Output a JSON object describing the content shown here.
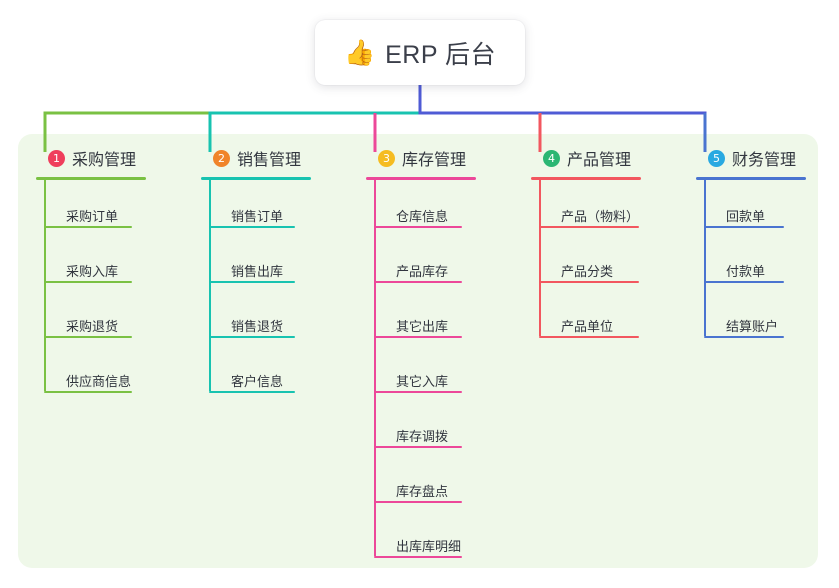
{
  "root": {
    "emoji": "👍",
    "emoji_name": "thumbs-up-icon",
    "title": "ERP 后台"
  },
  "palette": {
    "panel_bg": "#eff8e9",
    "canvas_bg": "#ffffff",
    "text": "#32363f",
    "root_stem": "#4f5bd5"
  },
  "branches": [
    {
      "index": "1",
      "label": "采购管理",
      "badge_color": "#ef3e5c",
      "line_color": "#7ac143",
      "stem_color": "#7ac143",
      "bar_color": "#7ac143",
      "items": [
        {
          "label": "采购订单"
        },
        {
          "label": "采购入库"
        },
        {
          "label": "采购退货"
        },
        {
          "label": "供应商信息"
        }
      ]
    },
    {
      "index": "2",
      "label": "销售管理",
      "badge_color": "#f0842a",
      "line_color": "#18c3b0",
      "stem_color": "#18c3b0",
      "bar_color": "#18c3b0",
      "items": [
        {
          "label": "销售订单"
        },
        {
          "label": "销售出库"
        },
        {
          "label": "销售退货"
        },
        {
          "label": "客户信息"
        }
      ]
    },
    {
      "index": "3",
      "label": "库存管理",
      "badge_color": "#f5bc21",
      "line_color": "#ec4899",
      "stem_color": "#ec4899",
      "bar_color": "#4f5bd5",
      "items": [
        {
          "label": "仓库信息"
        },
        {
          "label": "产品库存"
        },
        {
          "label": "其它出库"
        },
        {
          "label": "其它入库"
        },
        {
          "label": "库存调拨"
        },
        {
          "label": "库存盘点"
        },
        {
          "label": "出库库明细"
        }
      ]
    },
    {
      "index": "4",
      "label": "产品管理",
      "badge_color": "#2bb673",
      "line_color": "#f2575f",
      "stem_color": "#f2575f",
      "bar_color": "#4f5bd5",
      "items": [
        {
          "label": "产品（物料）"
        },
        {
          "label": "产品分类"
        },
        {
          "label": "产品单位"
        }
      ]
    },
    {
      "index": "5",
      "label": "财务管理",
      "badge_color": "#29a9e1",
      "line_color": "#4a74d0",
      "stem_color": "#4a74d0",
      "bar_color": "#4f5bd5",
      "items": [
        {
          "label": "回款单"
        },
        {
          "label": "付款单"
        },
        {
          "label": "结算账户"
        }
      ]
    }
  ],
  "layout": {
    "columns_x": [
      36,
      201,
      366,
      531,
      696
    ],
    "head_widths": [
      110,
      110,
      110,
      110,
      110
    ],
    "leaf_rule_widths": [
      88,
      86,
      88,
      100,
      80
    ]
  }
}
